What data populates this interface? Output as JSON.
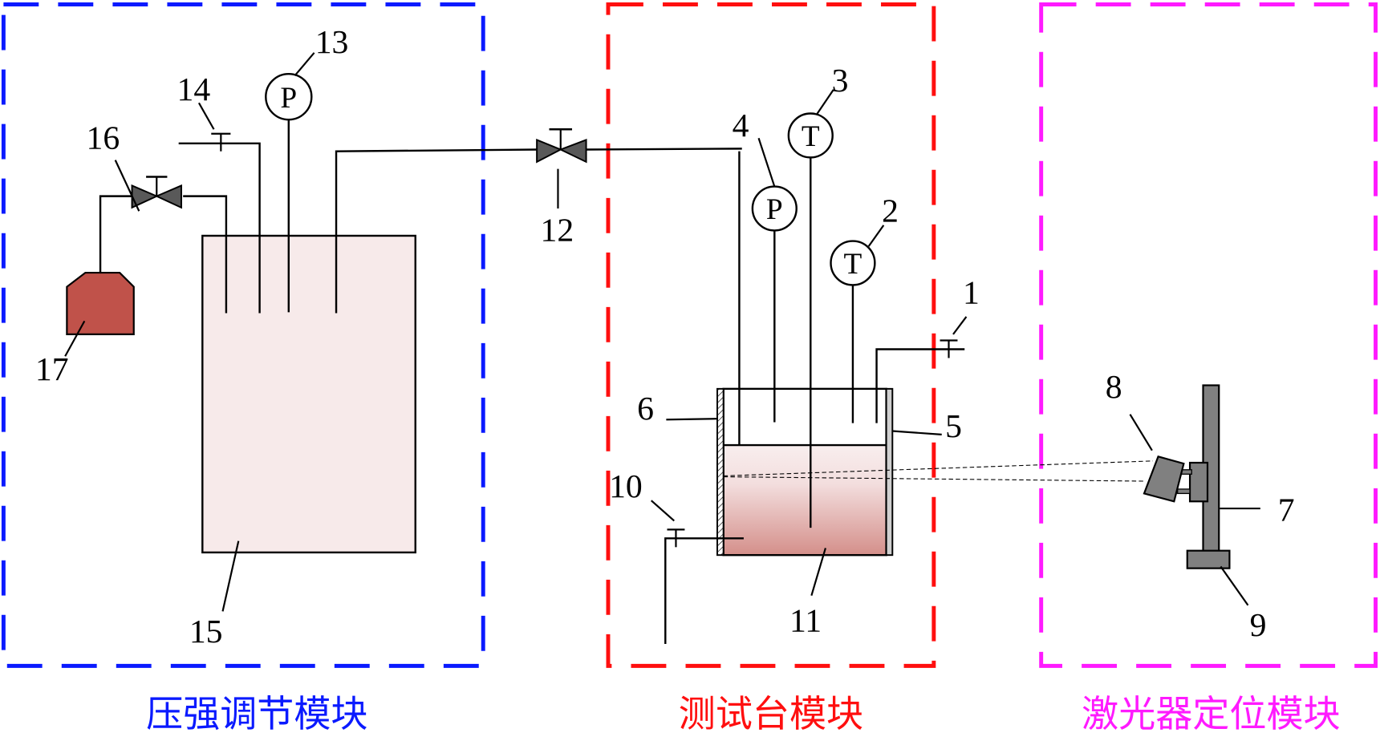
{
  "modules": [
    {
      "id": "pressure",
      "title": "压强调节模块",
      "color": "#0a1aff"
    },
    {
      "id": "testbench",
      "title": "测试台模块",
      "color": "#ff0f0f"
    },
    {
      "id": "laser",
      "title": "激光器定位模块",
      "color": "#ff1aff"
    }
  ],
  "gauges": {
    "g13": "P",
    "g4": "P",
    "g3": "T",
    "g2": "T"
  },
  "labels": {
    "l1": "1",
    "l2": "2",
    "l3": "3",
    "l4": "4",
    "l5": "5",
    "l6": "6",
    "l7": "7",
    "l8": "8",
    "l9": "9",
    "l10": "10",
    "l11": "11",
    "l12": "12",
    "l13": "13",
    "l14": "14",
    "l15": "15",
    "l16": "16",
    "l17": "17"
  },
  "colors": {
    "tank_fill": "#f7eaea",
    "bottle_fill": "#c0524a",
    "valve_fill": "#595959",
    "stand_fill": "#808080",
    "liquid_top": "#f8eeee",
    "liquid_bottom": "#d48f8a",
    "window_fill": "#d0d0d0"
  }
}
